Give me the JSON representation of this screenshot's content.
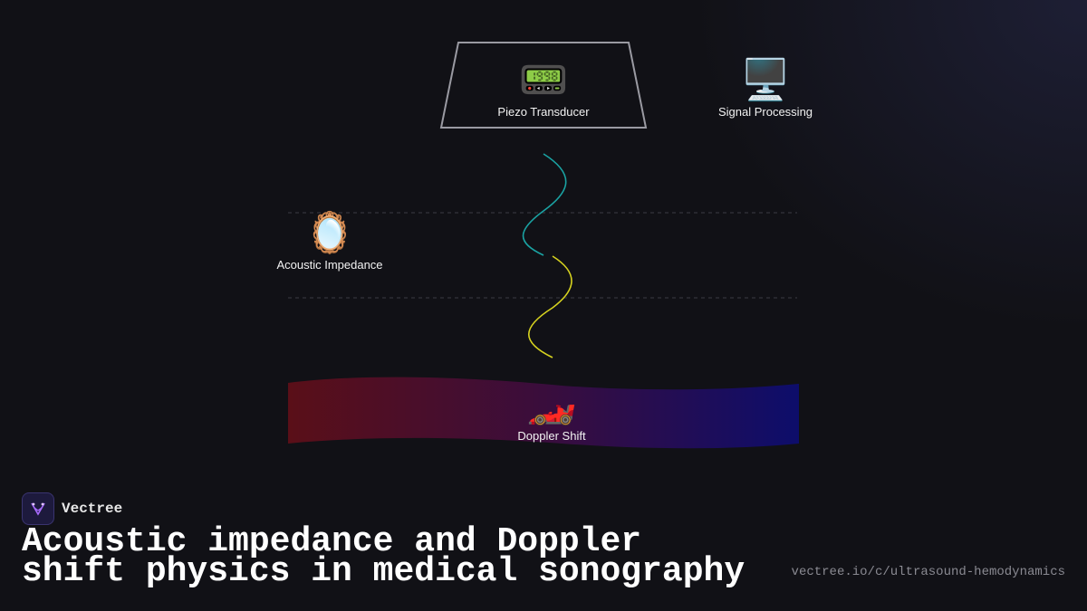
{
  "diagram": {
    "nodes": {
      "transducer": {
        "icon": "📟",
        "label": "Piezo Transducer"
      },
      "processing": {
        "icon": "🖥️",
        "label": "Signal Processing"
      },
      "impedance": {
        "icon": "🪞",
        "label": "Acoustic Impedance"
      },
      "doppler": {
        "icon": "🏎️",
        "label": "Doppler Shift"
      }
    },
    "colors": {
      "tissue_boundary": "#3a3a44",
      "wave_emitted": "#1aa3a3",
      "wave_reflected": "#d6d21f",
      "vessel_red": "#5a0f18",
      "vessel_blue": "#0d0d6b"
    }
  },
  "footer": {
    "brand": "Vectree",
    "title": "Acoustic impedance and Doppler shift physics in medical sonography",
    "url": "vectree.io/c/ultrasound-hemodynamics"
  }
}
